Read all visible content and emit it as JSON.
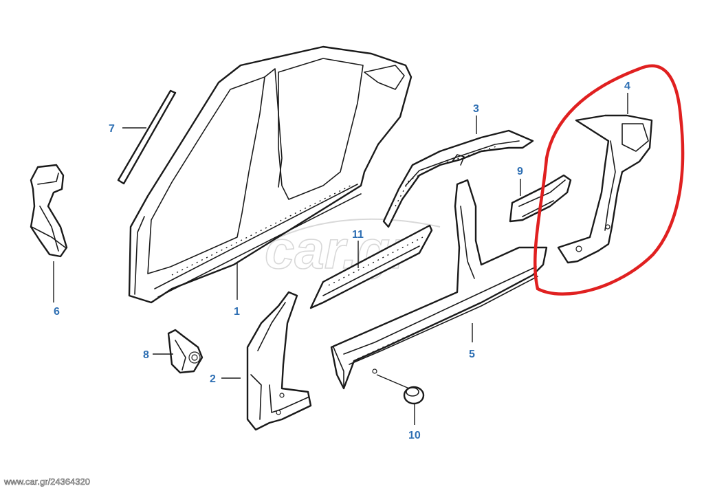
{
  "diagram": {
    "callouts": [
      {
        "id": "1",
        "label": "1"
      },
      {
        "id": "2",
        "label": "2"
      },
      {
        "id": "3",
        "label": "3"
      },
      {
        "id": "4",
        "label": "4"
      },
      {
        "id": "5",
        "label": "5"
      },
      {
        "id": "6",
        "label": "6"
      },
      {
        "id": "7",
        "label": "7"
      },
      {
        "id": "8",
        "label": "8"
      },
      {
        "id": "9",
        "label": "9"
      },
      {
        "id": "10",
        "label": "10"
      },
      {
        "id": "11",
        "label": "11"
      }
    ],
    "watermark_logo": "car.gr",
    "source_caption": "www.car.gr/24364320",
    "highlight": {
      "part": "4",
      "color": "#e02020"
    }
  },
  "colors": {
    "callout_text": "#2e6fb3",
    "line_art": "#1a1a1a",
    "highlight": "#e02020",
    "watermark": "#d8d8d8"
  },
  "icons": {
    "watermark": "car-gr-watermark-logo"
  }
}
